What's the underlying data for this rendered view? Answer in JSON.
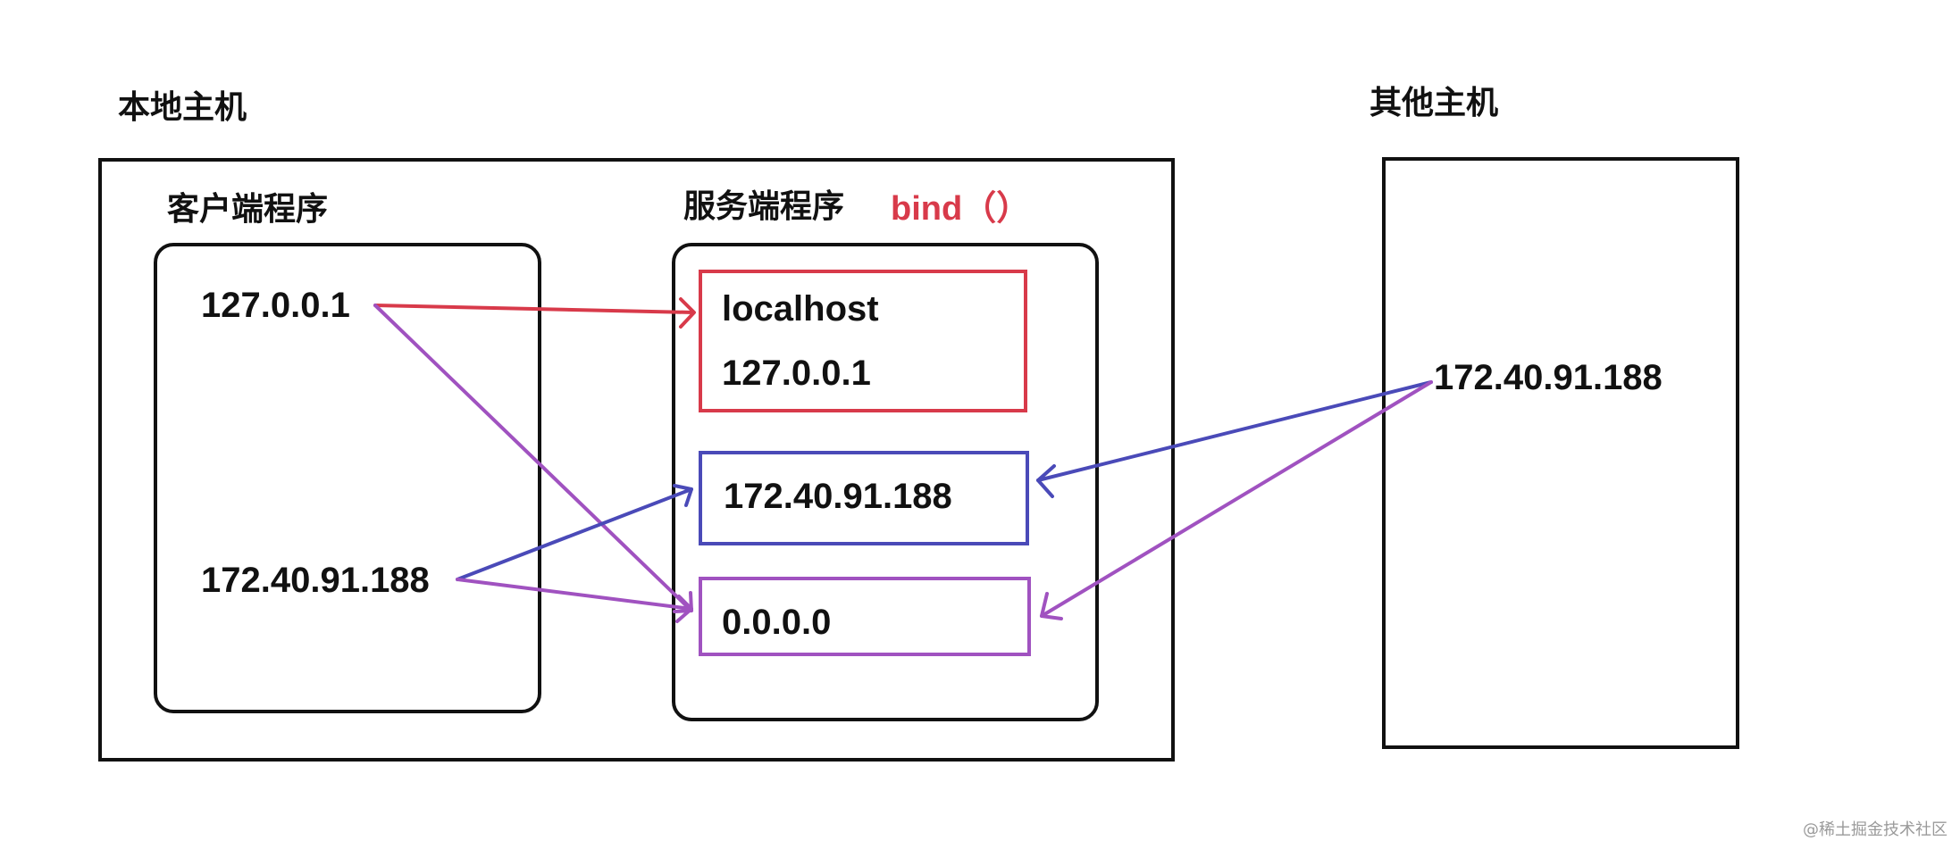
{
  "colors": {
    "box_border": "#111111",
    "localhost": "#d83a4a",
    "lan": "#4a4ab8",
    "any": "#a052c0",
    "bind_label": "#d83a4a",
    "watermark": "#9a9a9a"
  },
  "local_host": {
    "title": "本地主机",
    "client": {
      "title": "客户端程序",
      "ip_loopback": "127.0.0.1",
      "ip_lan": "172.40.91.188"
    },
    "server": {
      "title": "服务端程序",
      "bind_label": "bind（）",
      "bindings": {
        "localhost_name": "localhost",
        "localhost_ip": "127.0.0.1",
        "lan_ip": "172.40.91.188",
        "any_ip": "0.0.0.0"
      }
    }
  },
  "other_host": {
    "title": "其他主机",
    "ip": "172.40.91.188"
  },
  "connections": [
    {
      "from": "client 127.0.0.1",
      "to": "localhost 127.0.0.1",
      "color": "#d83a4a"
    },
    {
      "from": "client 127.0.0.1",
      "to": "0.0.0.0",
      "color": "#a052c0"
    },
    {
      "from": "client 172.40.91.188",
      "to": "172.40.91.188",
      "color": "#4a4ab8"
    },
    {
      "from": "client 172.40.91.188",
      "to": "0.0.0.0",
      "color": "#a052c0"
    },
    {
      "from": "other host 172.40.91.188",
      "to": "172.40.91.188",
      "color": "#4a4ab8"
    },
    {
      "from": "other host 172.40.91.188",
      "to": "0.0.0.0",
      "color": "#a052c0"
    }
  ],
  "watermark": "@稀土掘金技术社区"
}
